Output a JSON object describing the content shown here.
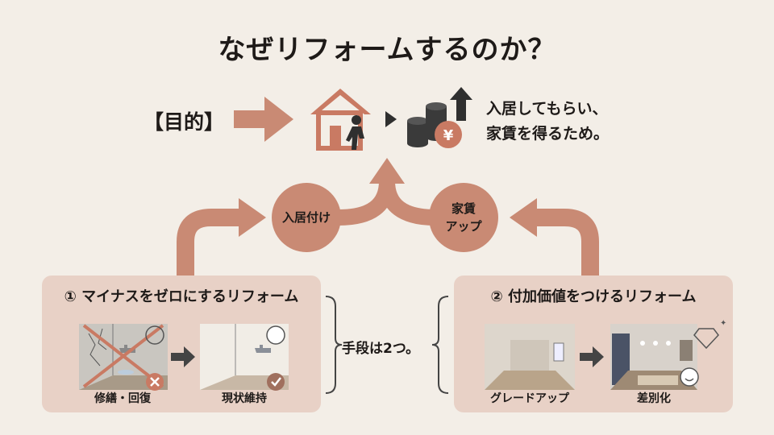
{
  "title": "なぜリフォームするのか？",
  "purpose": {
    "label": "【目的】",
    "goal_line1": "入居してもらい、",
    "goal_line2": "家賃を得るため。",
    "yen": "¥"
  },
  "circles": {
    "left": "入居付け",
    "right_line1": "家賃",
    "right_line2": "アップ"
  },
  "means": "手段は2つ。",
  "panel1": {
    "title": "① マイナスをゼロにするリフォーム",
    "before": "修繕・回復",
    "after": "現状維持"
  },
  "panel2": {
    "title": "② 付加価値をつけるリフォーム",
    "before": "グレードアップ",
    "after": "差別化"
  },
  "colors": {
    "accent": "#c98a74",
    "panel": "#e8d1c6",
    "background": "#f3eee7"
  }
}
